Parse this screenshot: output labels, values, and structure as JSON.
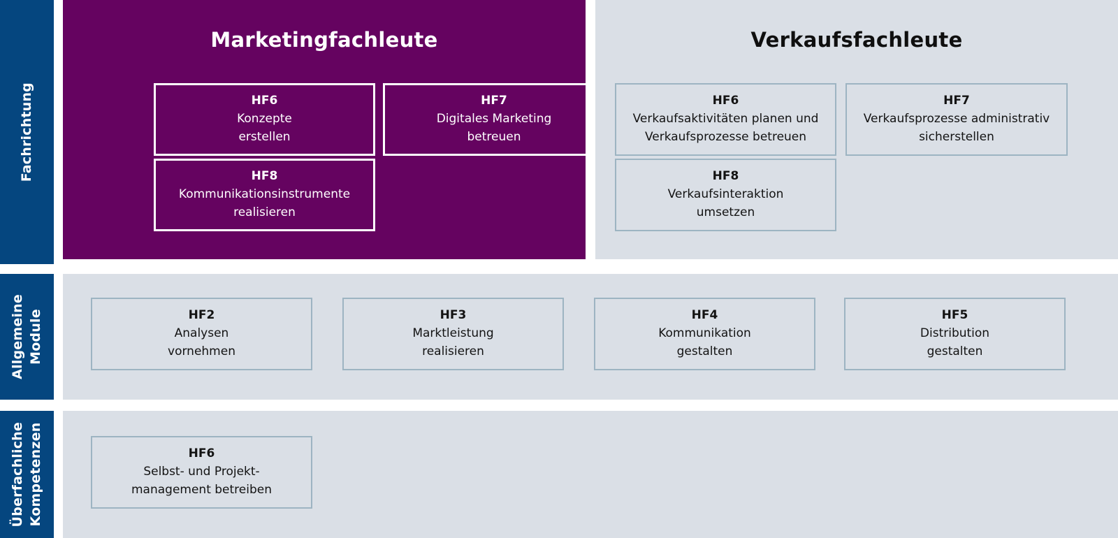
{
  "sidebar": {
    "items": [
      {
        "id": "fachrichtung",
        "label": "Fachrichtung"
      },
      {
        "id": "allgemeine-module",
        "label": "Allgemeine\nModule"
      },
      {
        "id": "ueberfachliche-kompetenzen",
        "label": "Überfachliche\nKompetenzen"
      }
    ]
  },
  "colors": {
    "sidebar_blue": "#05467f",
    "panel_purple": "#650360",
    "panel_grey": "#dadfe6",
    "box_border_grey": "#9db4c2",
    "box_border_white": "#ffffff",
    "text_dark": "#131313",
    "text_light": "#ffffff"
  },
  "sections": {
    "fachrichtung": {
      "marketing": {
        "title": "Marketingfachleute",
        "modules": [
          {
            "code": "HF6",
            "desc": "Konzepte\nerstellen"
          },
          {
            "code": "HF7",
            "desc": "Digitales Marketing\nbetreuen"
          },
          {
            "code": "HF8",
            "desc": "Kommunikationsinstrumente\nrealisieren"
          }
        ]
      },
      "verkauf": {
        "title": "Verkaufsfachleute",
        "modules": [
          {
            "code": "HF6",
            "desc": "Verkaufsaktivitäten planen und\nVerkaufsprozesse betreuen"
          },
          {
            "code": "HF7",
            "desc": "Verkaufsprozesse administrativ\nsicherstellen"
          },
          {
            "code": "HF8",
            "desc": "Verkaufsinteraktion\numsetzen"
          }
        ]
      }
    },
    "allgemeine_module": {
      "modules": [
        {
          "code": "HF2",
          "desc": "Analysen\nvornehmen"
        },
        {
          "code": "HF3",
          "desc": "Marktleistung\nrealisieren"
        },
        {
          "code": "HF4",
          "desc": "Kommunikation\ngestalten"
        },
        {
          "code": "HF5",
          "desc": "Distribution\ngestalten"
        }
      ]
    },
    "ueberfachliche_kompetenzen": {
      "modules": [
        {
          "code": "HF6",
          "desc": "Selbst- und Projekt-\nmanagement betreiben"
        }
      ]
    }
  }
}
